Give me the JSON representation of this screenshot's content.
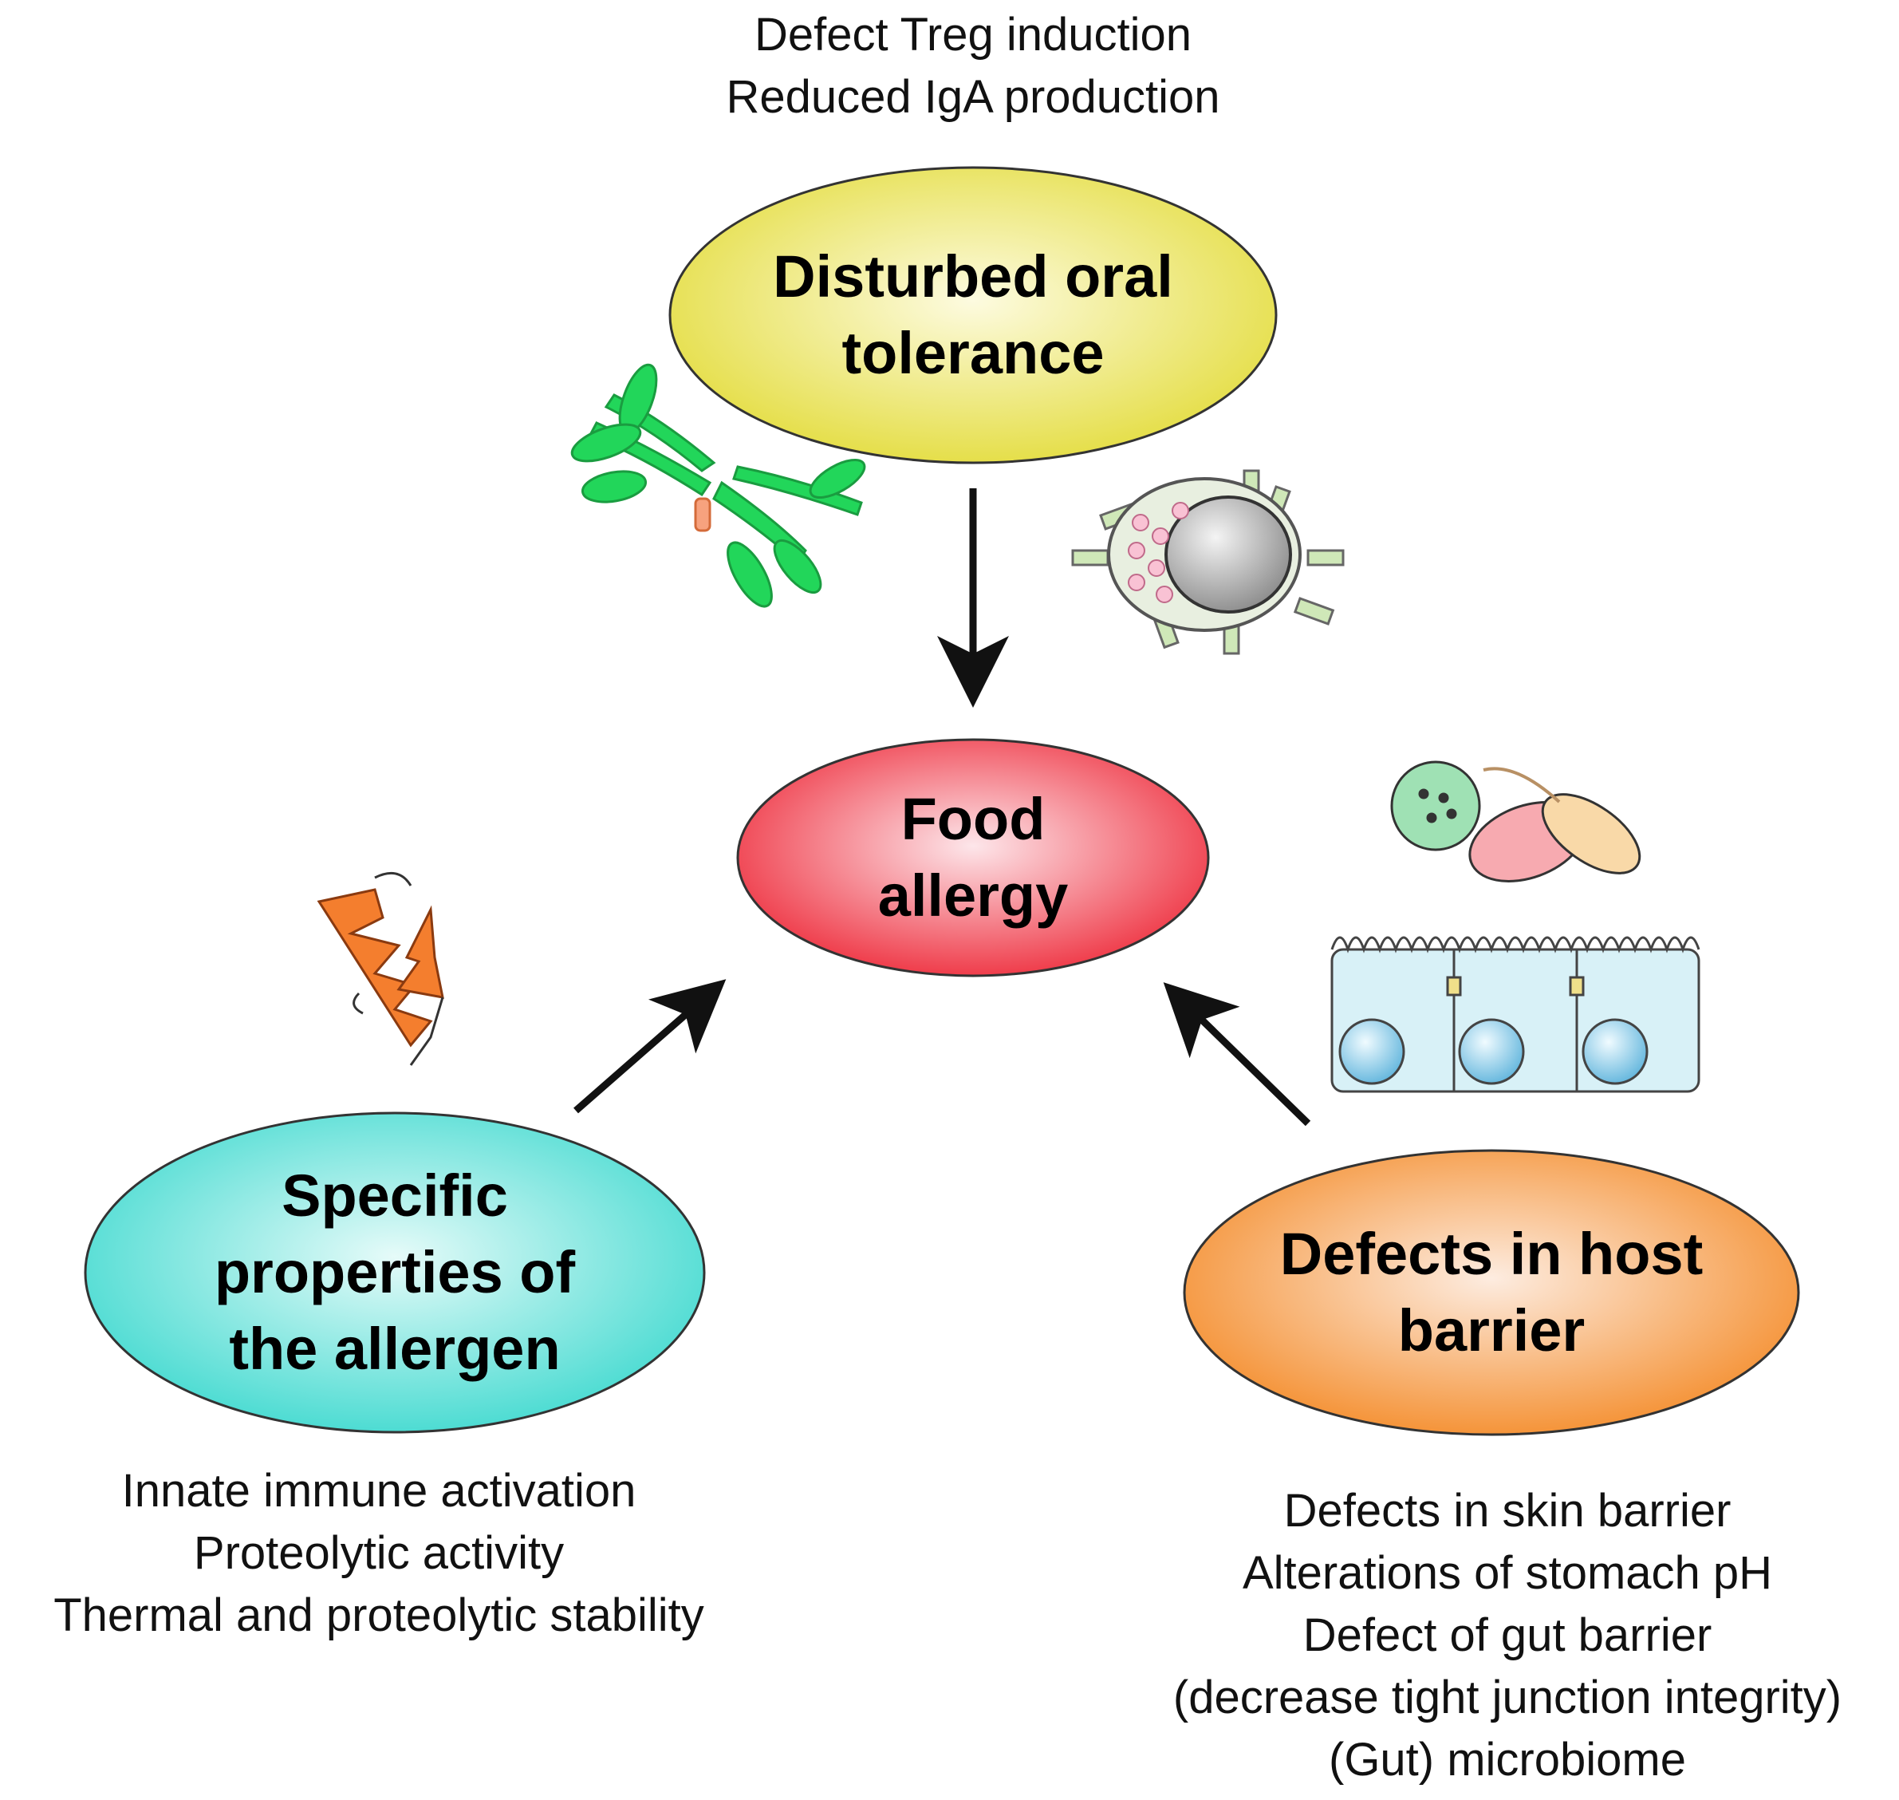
{
  "nodes": {
    "top": {
      "lines": [
        "Disturbed oral",
        "tolerance"
      ]
    },
    "center": {
      "lines": [
        "Food",
        "allergy"
      ]
    },
    "left": {
      "lines": [
        "Specific",
        "properties of",
        "the allergen"
      ]
    },
    "right": {
      "lines": [
        "Defects in host",
        "barrier"
      ]
    }
  },
  "notes": {
    "top": [
      "Defect Treg induction",
      "Reduced IgA production"
    ],
    "left": [
      "Innate immune activation",
      "Proteolytic activity",
      "Thermal and proteolytic stability"
    ],
    "right": [
      "Defects in skin barrier",
      "Alterations of stomach pH",
      "Defect of gut barrier",
      "(decrease tight junction integrity)",
      "(Gut) microbiome"
    ]
  },
  "colors": {
    "top_node": "#e3dc3c",
    "center_node": "#ee2d3c",
    "left_node": "#3fd9cf",
    "right_node": "#f48c2a",
    "antibody": "#22d65a",
    "protein": "#f47e2e",
    "arrow": "#111111"
  },
  "icons": [
    "antibody-icon",
    "immune-cell-icon",
    "protein-structure-icon",
    "bacteria-icon",
    "epithelial-cells-icon"
  ]
}
